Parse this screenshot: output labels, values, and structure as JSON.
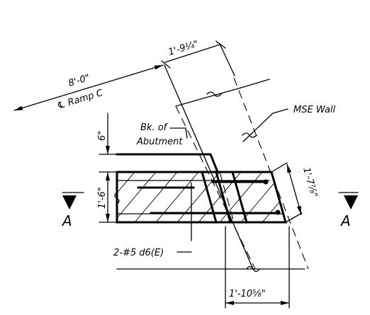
{
  "title": "",
  "dimensions": {
    "skew_offset": "1'-9¼\"",
    "ramp_width": "8'-0\"",
    "cap_height": "6\"",
    "beam_depth": "1'-6\"",
    "skew_depth": "1'-7⅞\"",
    "bottom_offset": "1'-10⅝\""
  },
  "labels": {
    "centerline": "℄ Ramp C",
    "back_of_abutment_line1": "Bk. of",
    "back_of_abutment_line2": "Abutment",
    "mse_wall": "MSE Wall",
    "rebar": "2-#5 d6(E)",
    "section_left": "A",
    "section_right": "A"
  }
}
